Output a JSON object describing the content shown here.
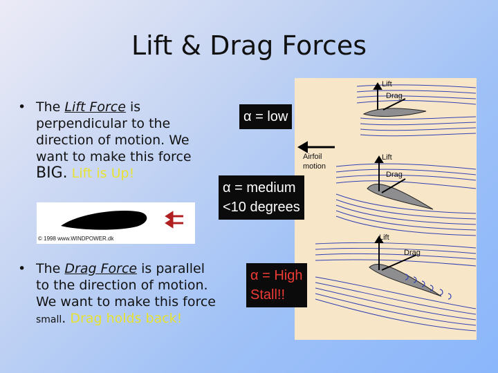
{
  "slide": {
    "title": "Lift & Drag Forces",
    "bullet1": {
      "prefix": "The ",
      "term": "Lift Force",
      "text": " is perpendicular to the direction of motion. We want to make this force",
      "emph": "BIG",
      "period": ".",
      "tail": " Lift is Up!"
    },
    "bullet2": {
      "prefix": "The ",
      "term": "Drag Force",
      "text": " is parallel to the direction of motion. We want to make this force",
      "emph": "small",
      "period": ".",
      "tail": " Drag holds back!"
    },
    "image_caption": "© 1998 www.WINDPOWER.dk",
    "labels": {
      "low": "α = low",
      "medium_1": "α = medium",
      "medium_2": "<10 degrees",
      "high_1": "α = High",
      "high_2": "Stall!!"
    },
    "diagram": {
      "lift": "Lift",
      "drag": "Drag",
      "airfoil_motion_1": "Airfoil",
      "airfoil_motion_2": "motion",
      "lift2": "Lift",
      "drag2": "Drag",
      "lift3": "Lift",
      "drag3": "Drag"
    }
  },
  "colors": {
    "accent_yellow": "#e8e230",
    "stall_red": "#ee3b35",
    "flow_blue": "#3040b0"
  }
}
